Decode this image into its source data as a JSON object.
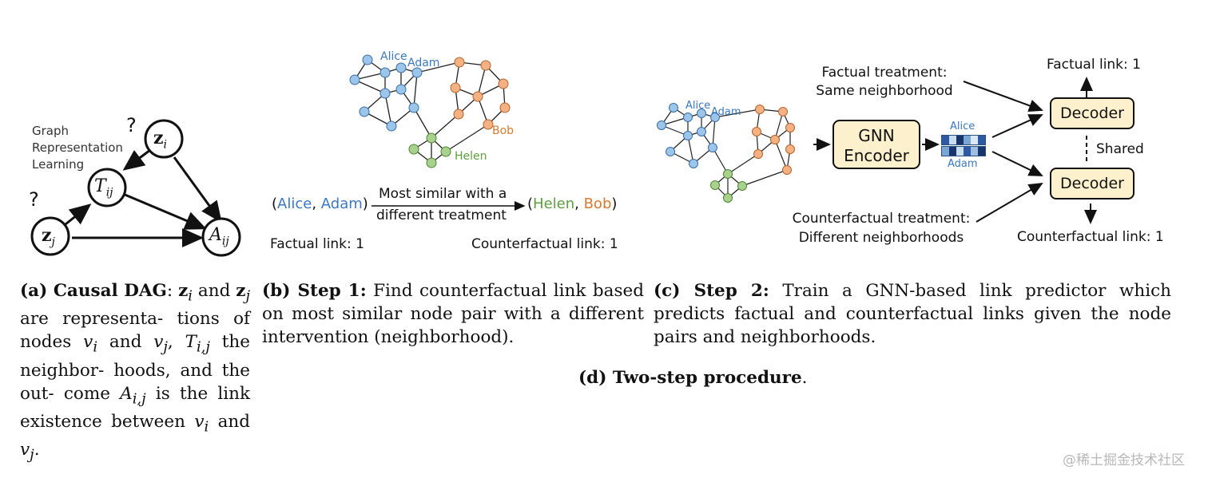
{
  "panel_a": {
    "question_mark": "?",
    "question_mark_2": "?",
    "graph_label_line1": "Graph",
    "graph_label_line2": "Representation",
    "graph_label_line3": "Learning",
    "node_zi": "zi",
    "node_tij": "Tij",
    "node_zj": "zj",
    "node_aij": "Aij"
  },
  "panel_b": {
    "names": {
      "alice": "Alice",
      "adam": "Adam",
      "bob": "Bob",
      "helen": "Helen"
    },
    "arrow_label_line1": "Most similar with a",
    "arrow_label_line2": "different treatment",
    "factual_link": "Factual link: 1",
    "counterfactual_link": "Counterfactual link: 1"
  },
  "panel_c": {
    "names": {
      "alice": "Alice",
      "adam": "Adam"
    },
    "gnn_line1": "GNN",
    "gnn_line2": "Encoder",
    "emb_alice": "Alice",
    "emb_adam": "Adam",
    "factual_treatment_line1": "Factual treatment:",
    "factual_treatment_line2": "Same neighborhood",
    "counterfactual_treatment_line1": "Counterfactual treatment:",
    "counterfactual_treatment_line2": "Different neighborhoods",
    "decoder_top": "Decoder",
    "decoder_bottom": "Decoder",
    "shared": "Shared",
    "factual_link": "Factual link: 1",
    "counterfactual_link": "Counterfactual link: 1"
  },
  "captions": {
    "a_label": "(a) Causal DAG",
    "b_label": "(b) Step 1:",
    "b_text": "Find counterfactual link based on most similar node pair with a different intervention (neighborhood).",
    "c_label": "(c) Step 2:",
    "c_text": "Train a GNN-based link predictor which predicts factual and counterfactual links given the node pairs and neighborhoods.",
    "d_label": "(d) Two-step procedure"
  },
  "watermark": "@稀土掘金技术社区",
  "colors": {
    "blue": "#3b78c0",
    "orange": "#d9782e",
    "green": "#5f9e3f",
    "box_fill": "#fdf0cc",
    "node_blue": "#9cc5ea",
    "node_orange": "#f4b183",
    "node_green": "#a9d18e"
  }
}
